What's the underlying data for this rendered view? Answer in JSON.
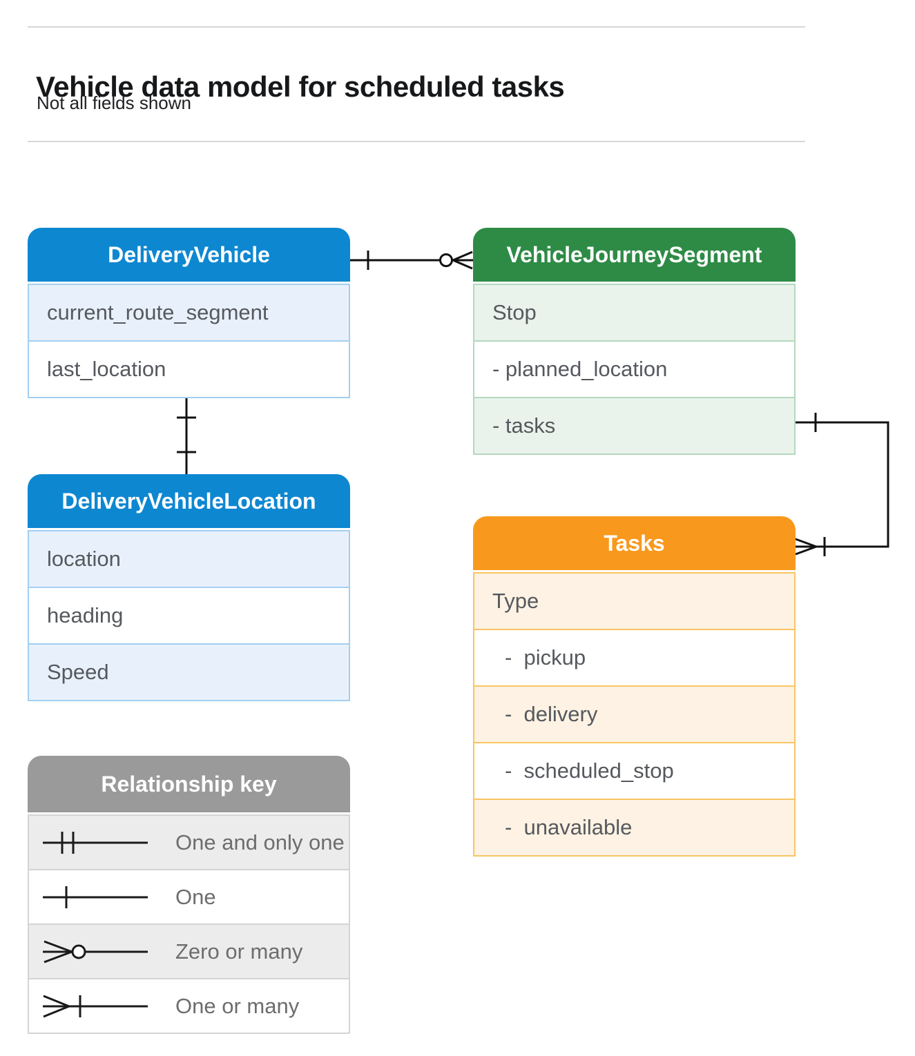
{
  "header": {
    "title": "Vehicle data model for scheduled tasks",
    "subtitle": "Not all fields shown"
  },
  "entities": [
    {
      "name": "DeliveryVehicle",
      "header_color": "#0e87d1",
      "row_tint": "#e8f1fb",
      "border_color": "#a3cff1",
      "rows": [
        "current_route_segment",
        "last_location"
      ]
    },
    {
      "name": "VehicleJourneySegment",
      "header_color": "#2e8b46",
      "row_tint": "#e9f3ec",
      "border_color": "#b3d8bd",
      "rows": [
        "Stop",
        "- planned_location",
        "- tasks"
      ]
    },
    {
      "name": "DeliveryVehicleLocation",
      "header_color": "#0e87d1",
      "row_tint": "#e8f1fb",
      "border_color": "#a3cff1",
      "rows": [
        "location",
        "heading",
        "Speed"
      ]
    },
    {
      "name": "Tasks",
      "header_color": "#f8991d",
      "row_tint": "#fdf2e3",
      "border_color": "#f9c463",
      "rows": [
        "Type",
        "-  pickup",
        "-  delivery",
        "-  scheduled_stop",
        "-  unavailable"
      ]
    }
  ],
  "legend": {
    "title": "Relationship key",
    "header_color": "#9a9a9a",
    "row_tint": "#ececec",
    "items": [
      {
        "symbol": "one-and-only-one",
        "label": "One and only one"
      },
      {
        "symbol": "one",
        "label": "One"
      },
      {
        "symbol": "zero-or-many",
        "label": "Zero or many"
      },
      {
        "symbol": "one-or-many",
        "label": "One or many"
      }
    ]
  },
  "relationships": [
    {
      "from": "DeliveryVehicle",
      "to": "VehicleJourneySegment",
      "from_marker": "one",
      "to_marker": "zero-or-many"
    },
    {
      "from": "DeliveryVehicle",
      "to": "DeliveryVehicleLocation",
      "from_marker": "one",
      "to_marker": "one"
    },
    {
      "from": "VehicleJourneySegment.tasks",
      "to": "Tasks",
      "from_marker": "one",
      "to_marker": "one-or-many"
    }
  ]
}
